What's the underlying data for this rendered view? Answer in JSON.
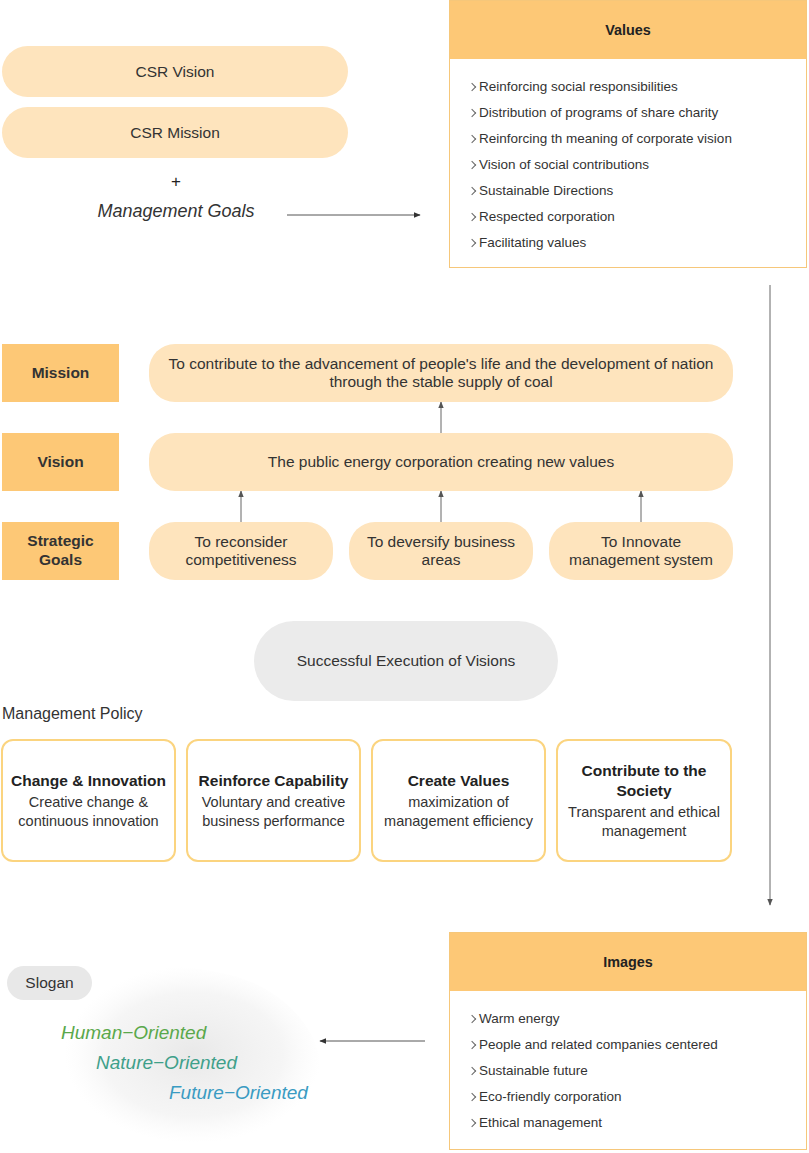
{
  "diagram": {
    "nodes": [
      {
        "text": [
          "CSR Vision"
        ]
      },
      {
        "text": [
          "CSR Mission"
        ]
      },
      {
        "text": [
          "Values",
          "Reinforcing social responsibilities",
          "Distribution of programs of share charity",
          "Reinforcing th meaning of corporate vision",
          "Vision of social contributions",
          "Sustainable Directions",
          "Respected corporation",
          "Facilitating values"
        ]
      },
      {
        "text": [
          "Mission"
        ]
      },
      {
        "text": [
          "To contribute to the advancement of people's life and the development of nation through the stable supply of coal"
        ]
      },
      {
        "text": [
          "Vision"
        ]
      },
      {
        "text": [
          "The public energy corporation creating new values"
        ]
      },
      {
        "text": [
          "Strategic Goals"
        ]
      },
      {
        "text": [
          "To reconsider competitiveness"
        ]
      },
      {
        "text": [
          "To deversify business areas"
        ]
      },
      {
        "text": [
          "To Innovate management system"
        ]
      },
      {
        "text": [
          "Successful Execution of Visions"
        ]
      },
      {
        "text": [
          "Change & Innovation",
          "Creative change & continuous innovation"
        ]
      },
      {
        "text": [
          "Reinforce Capability",
          "Voluntary and creative business performance"
        ]
      },
      {
        "text": [
          "Create Values",
          "maximization of management efficiency"
        ]
      },
      {
        "text": [
          "Contribute to the Society",
          "Transparent and ethical management"
        ]
      },
      {
        "text": [
          "Slogan"
        ]
      },
      {
        "text": [
          "Images",
          "Warm energy",
          "People and related companies centered",
          "Sustainable future",
          "Eco-friendly corporation",
          "Ethical management"
        ]
      }
    ],
    "edges": [
      {
        "from": 8,
        "to": 6,
        "arrow": "to"
      },
      {
        "from": 9,
        "to": 6,
        "arrow": "to"
      },
      {
        "from": 10,
        "to": 6,
        "arrow": "to"
      },
      {
        "from": 6,
        "to": 4,
        "arrow": "to"
      },
      {
        "from": 2,
        "to": 17,
        "arrow": "to"
      }
    ],
    "labels": [
      "+",
      "Management Goals",
      "Management Policy",
      "Human−Oriented",
      "Nature−Oriented",
      "Future−Oriented"
    ]
  }
}
